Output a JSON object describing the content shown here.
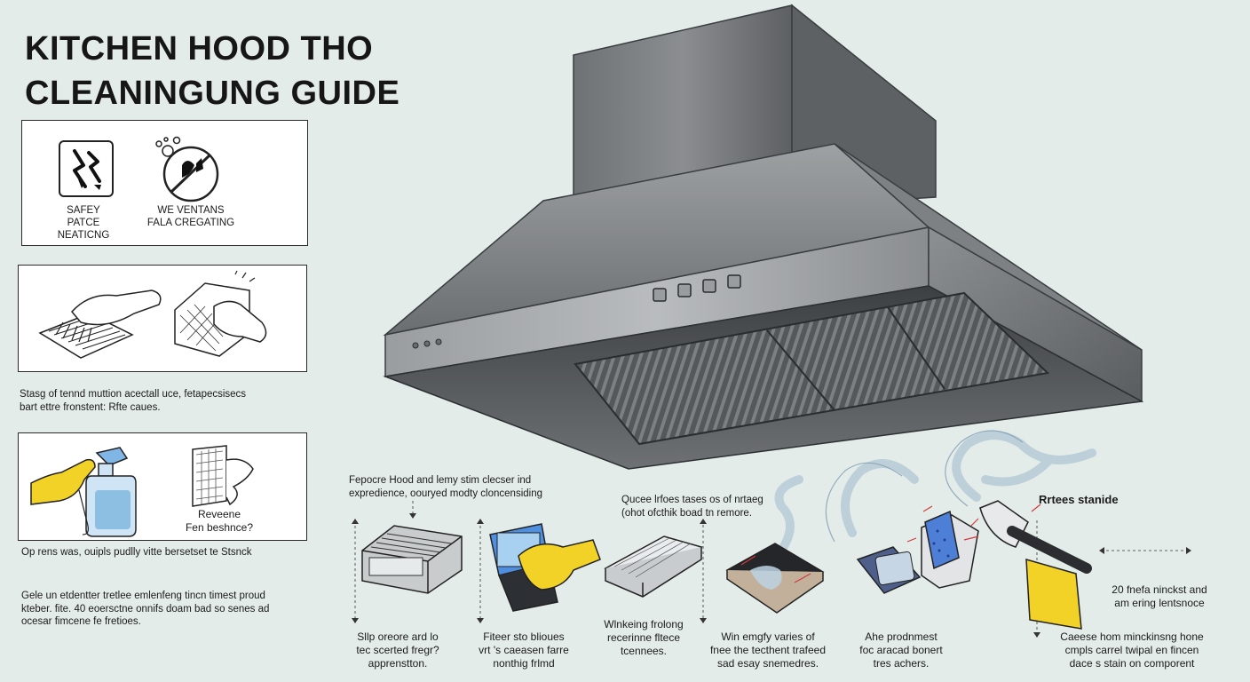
{
  "title": {
    "line1": "KITCHEN HOOD THO",
    "line2": "CLEANINGUNG GUIDE"
  },
  "safety_panel": {
    "item1": {
      "line1": "SAFEY",
      "line2": "PATCE NEATICNG",
      "icon": "safety-warning-icon"
    },
    "item2": {
      "line1": "WE VENTANS",
      "line2": "FALA CREGATING",
      "icon": "no-chemicals-icon"
    }
  },
  "steps_left": {
    "caption1": [
      "Stasg of tennd muttion acectall uce, fetapecsisecs",
      "bart ettre fronstent: Rfte caues."
    ],
    "panel3_label": [
      "Reveene",
      "Fen beshnce?"
    ],
    "caption2": "Op rens was, ouipls pudlly vitte bersetset te Stsnck",
    "caption3": [
      "Gele un etdentter tretlee emlenfeng tincn timest proud",
      "kteber. fite. 40 eoersctne onnifs doam bad so senes ad",
      "ocesar fimcene fe fretioes."
    ]
  },
  "bottom_header": {
    "line1": "Fepocre Hood and lemy stim clecser ind",
    "line2": "expredience, oouryed modty cloncensiding"
  },
  "middle_header": {
    "line1": "Qucee lrfoes tases os of nrtaeg",
    "line2": "(ohot ofcthik boad tn remore."
  },
  "right_header": "Rrtees stanide",
  "right_note": [
    "20 fnefa ninckst and",
    "am ering lentsnoce"
  ],
  "captions": [
    {
      "lines": [
        "Sllp oreore ard lo",
        "tec scerted fregr?",
        "apprenstton."
      ]
    },
    {
      "lines": [
        "Fiteer sto blioues",
        "vrt 's caeasen farre",
        "nonthig frlmd"
      ]
    },
    {
      "lines": [
        "Wlnkeing frolong",
        "recerinne fltece",
        "tcennees."
      ]
    },
    {
      "lines": [
        "Win emgfy varies of",
        "fnee the tecthent trafeed",
        "sad esay snemedres."
      ]
    },
    {
      "lines": [
        "Ahe prodnmest",
        "foc aracad bonert",
        "tres achers."
      ]
    },
    {
      "lines": [
        "Caeese hom minckinsng hone",
        "cmpls carrel twipal en fincen",
        "dace s stain on comporent"
      ]
    }
  ],
  "colors": {
    "background": "#e4ece9",
    "steel": "#8a8d8f",
    "steel_dark": "#4b4e51",
    "glove_yellow": "#f2d226",
    "spray_blue": "#8dbfe2",
    "sponge_blue": "#4d7fd6"
  }
}
